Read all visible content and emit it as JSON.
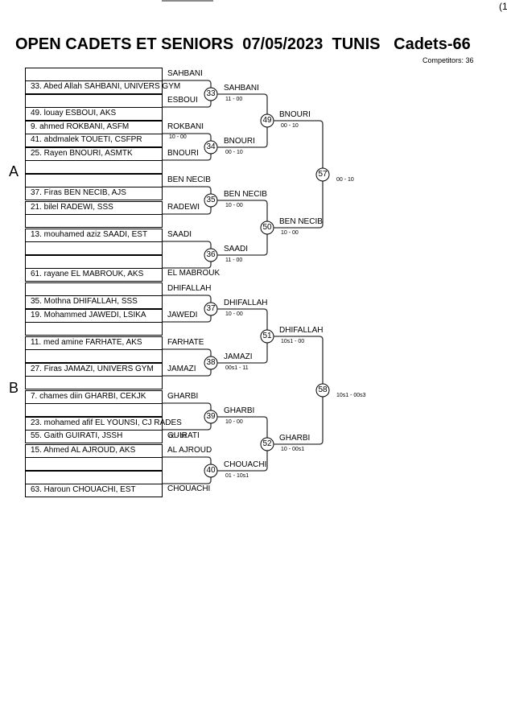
{
  "header": {
    "title": "OPEN CADETS ET SENIORS  07/05/2023  TUNIS   Cadets-66",
    "competitors": "Competitors: 36",
    "page_marker": "(1"
  },
  "pools": [
    {
      "label": "A"
    },
    {
      "label": "B"
    }
  ],
  "round1_boxes": [
    {
      "top": "",
      "bottom": "33. Abed Allah SAHBANI, UNIVERS GYM",
      "label": "SAHBANI"
    },
    {
      "top": "",
      "bottom": "49. louay ESBOUI, AKS",
      "label": "ESBOUI"
    },
    {
      "top": "9. ahmed ROKBANI, ASFM",
      "bottom": "41. abdmalek TOUETI, CSFPR",
      "label": "ROKBANI",
      "prelim_score": "10 - 00"
    },
    {
      "top": "25. Rayen BNOURI, ASMTK",
      "bottom": "",
      "label": "BNOURI"
    },
    {
      "top": "",
      "bottom": "37. Firas BEN NECIB, AJS",
      "label": "BEN NECIB"
    },
    {
      "top": "21. bilel RADEWI, SSS",
      "bottom": "",
      "label": "RADEWI"
    },
    {
      "top": "13. mouhamed aziz SAADI, EST",
      "bottom": "",
      "label": "SAADI"
    },
    {
      "top": "",
      "bottom": "61. rayane EL MABROUK, AKS",
      "label": "EL MABROUK"
    },
    {
      "top": "",
      "bottom": "35. Mothna DHIFALLAH, SSS",
      "label": "DHIFALLAH"
    },
    {
      "top": "19. Mohammed JAWEDI, LSIKA",
      "bottom": "",
      "label": "JAWEDI"
    },
    {
      "top": "11. med amine FARHATE, AKS",
      "bottom": "",
      "label": "FARHATE"
    },
    {
      "top": "27. Firas JAMAZI, UNIVERS GYM",
      "bottom": "",
      "label": "JAMAZI"
    },
    {
      "top": "7. chames diin GHARBI, CEKJK",
      "bottom": "",
      "label": "GHARBI"
    },
    {
      "top": "23. mohamed afif EL YOUNSI, CJ RADES",
      "bottom": "55. Gaith GUIRATI, JSSH",
      "label": "GUIRATI",
      "prelim_score": "00 - 10"
    },
    {
      "top": "15. Ahmed AL AJROUD, AKS",
      "bottom": "",
      "label": "AL AJROUD"
    },
    {
      "top": "",
      "bottom": "63. Haroun CHOUACHI, EST",
      "label": "CHOUACHI"
    }
  ],
  "round1_matches": [
    {
      "number": "33",
      "winner": "SAHBANI",
      "score": "11 - 00"
    },
    {
      "number": "34",
      "winner": "BNOURI",
      "score": "00 - 10"
    },
    {
      "number": "35",
      "winner": "BEN NECIB",
      "score": "10 - 00"
    },
    {
      "number": "36",
      "winner": "SAADI",
      "score": "11 - 00"
    },
    {
      "number": "37",
      "winner": "DHIFALLAH",
      "score": "10 - 00"
    },
    {
      "number": "38",
      "winner": "JAMAZI",
      "score": "00s1 - 11"
    },
    {
      "number": "39",
      "winner": "GHARBI",
      "score": "10 - 00"
    },
    {
      "number": "40",
      "winner": "CHOUACHI",
      "score": "01 - 10s1"
    }
  ],
  "round2_matches": [
    {
      "number": "49",
      "winner": "BNOURI",
      "score": "00 - 10"
    },
    {
      "number": "50",
      "winner": "BEN NECIB",
      "score": "10 - 00"
    },
    {
      "number": "51",
      "winner": "DHIFALLAH",
      "score": "10s1 - 00"
    },
    {
      "number": "52",
      "winner": "GHARBI",
      "score": "10 - 00s1"
    }
  ],
  "round3_matches": [
    {
      "number": "57",
      "score": "00 - 10"
    },
    {
      "number": "58",
      "score": "10s1 - 00s3"
    }
  ]
}
